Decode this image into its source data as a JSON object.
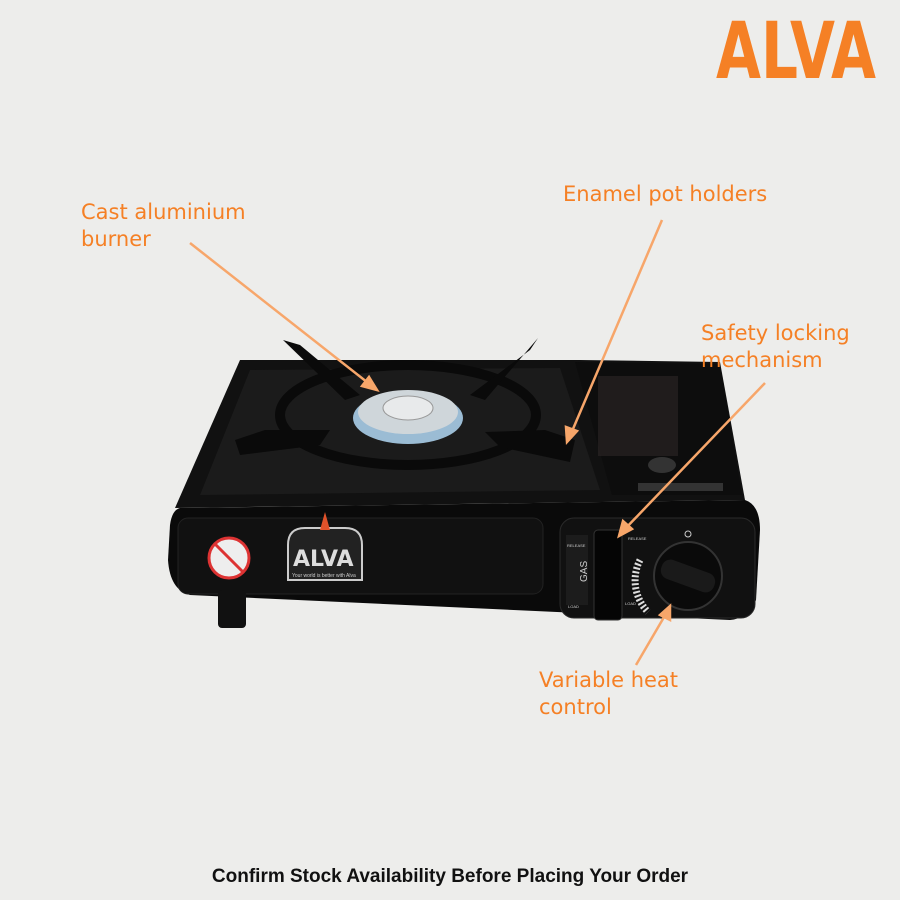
{
  "brand": {
    "logo_text": "ALVA",
    "badge_text": "ALVA",
    "badge_tagline": "Your world is better with Alva",
    "color": "#f58025"
  },
  "callouts": {
    "burner": [
      "Cast aluminium",
      "burner"
    ],
    "pot_holders": [
      "Enamel pot holders"
    ],
    "safety_lock": [
      "Safety locking",
      "mechanism"
    ],
    "heat_control": [
      "Variable heat",
      "control"
    ]
  },
  "panel": {
    "gas_label": "GAS",
    "release_label": "RELEASE",
    "load_label": "LOAD"
  },
  "footer": {
    "notice": "Confirm Stock Availability Before Placing Your Order"
  }
}
